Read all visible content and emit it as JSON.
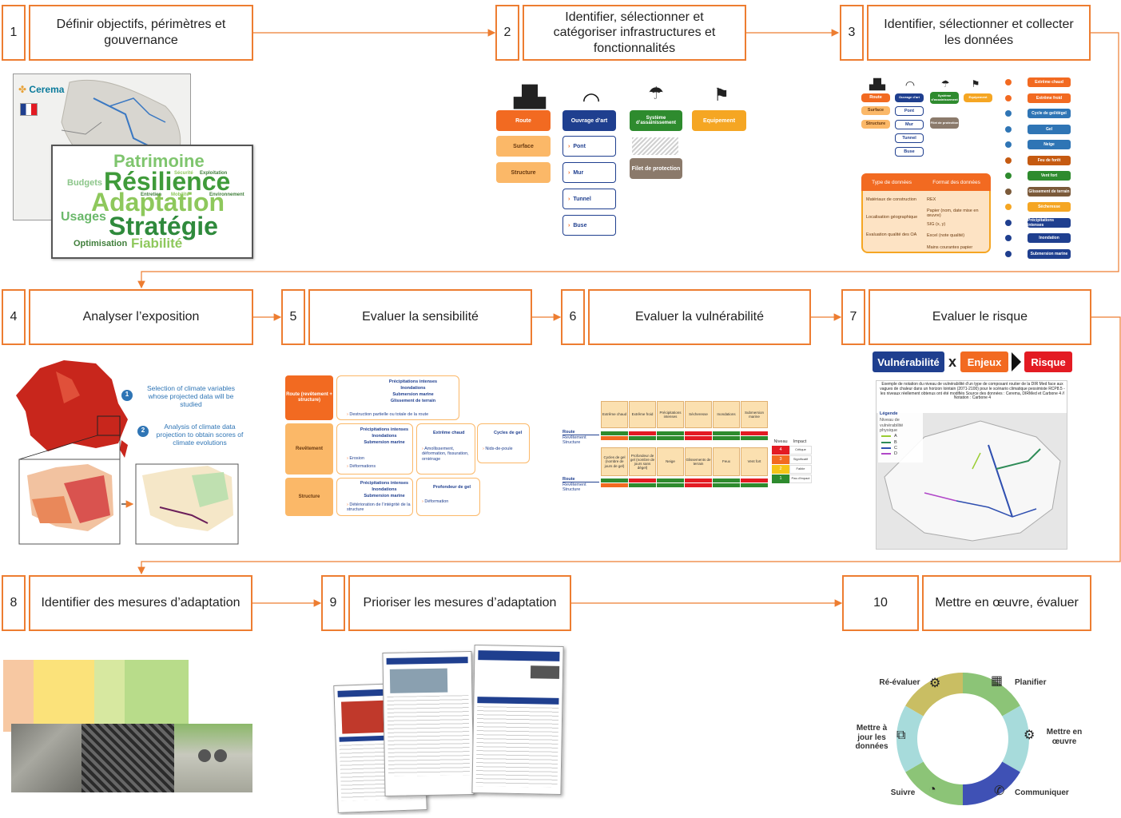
{
  "steps": [
    {
      "num": "1",
      "title": "Définir objectifs, périmètres et gouvernance"
    },
    {
      "num": "2",
      "title": "Identifier, sélectionner et catégoriser infrastructures et fonctionnalités"
    },
    {
      "num": "3",
      "title": "Identifier, sélectionner et collecter les données"
    },
    {
      "num": "4",
      "title": "Analyser l’exposition"
    },
    {
      "num": "5",
      "title": "Evaluer la sensibilité"
    },
    {
      "num": "6",
      "title": "Evaluer la vulnérabilité"
    },
    {
      "num": "7",
      "title": "Evaluer le risque"
    },
    {
      "num": "8",
      "title": "Identifier des mesures d’adaptation"
    },
    {
      "num": "9",
      "title": "Prioriser les mesures d’adaptation"
    },
    {
      "num": "10",
      "title": "Mettre en œuvre, évaluer"
    }
  ],
  "colors": {
    "accent": "#ed7d31",
    "orange": "#f26a21",
    "light_orange": "#fbb868",
    "navy": "#1f3f8f",
    "green": "#2e8b2e",
    "amber": "#f5a623",
    "red": "#e31b23"
  },
  "step1": {
    "logo": "Cerema",
    "words": {
      "patrimoine": "Patrimoine",
      "resilience": "Résilience",
      "adaptation": "Adaptation",
      "strategie": "Stratégie",
      "budgets": "Budgets",
      "usages": "Usages",
      "optimisation": "Optimisation",
      "fiabilite": "Fiabilité",
      "entretien": "Entretien",
      "environnement": "Environnement",
      "exploitation": "Exploitation",
      "securite": "Sécurité",
      "mobilite": "Mobilité"
    }
  },
  "step2": {
    "categories": [
      "Route",
      "Ouvrage d’art",
      "Système d’assainissement",
      "Equipement"
    ],
    "route_sub": [
      "Surface",
      "Structure"
    ],
    "ouvrage_sub": [
      "Pont",
      "Mur",
      "Tunnel",
      "Buse"
    ],
    "filet": "Filet de protection"
  },
  "step3": {
    "categories": [
      "Route",
      "Ouvrage d’art",
      "Système d’assainissement",
      "Equipement"
    ],
    "route_sub": [
      "Surface",
      "Structure"
    ],
    "ouvrage_sub": [
      "Pont",
      "Mur",
      "Tunnel",
      "Buse"
    ],
    "filet": "Filet de protection",
    "table_headers": [
      "Type de données",
      "Format des données"
    ],
    "rows": [
      {
        "type": "Matériaux de construction",
        "format": "REX"
      },
      {
        "type": "Localisation géographique",
        "format": "Papier (nom, date mise en œuvre)"
      },
      {
        "type": "Evaluation qualité des OA",
        "format": "SIG (x, y)"
      },
      {
        "type": "",
        "format": "Excel (note qualité)"
      },
      {
        "type": "",
        "format": "Mains courantes papier"
      }
    ],
    "hazards": [
      "Extrême chaud",
      "Extrême froid",
      "Cycle de gel/dégel",
      "Gel",
      "Neige",
      "Feu de forêt",
      "Vent fort",
      "Glissement de terrain",
      "Sécheresse",
      "Précipitations intenses",
      "Inondation",
      "Submersion marine"
    ],
    "hazard_colors": [
      "#f26a21",
      "#f26a21",
      "#2f75b5",
      "#2f75b5",
      "#2f75b5",
      "#c55a11",
      "#2e8b2e",
      "#7b5a3a",
      "#f5a623",
      "#1f3f8f",
      "#1f3f8f",
      "#1f3f8f"
    ]
  },
  "step4": {
    "label1": "Selection of climate variables whose projected data will be studied",
    "label2": "Analysis of climate data projection to obtain scores of climate evolutions",
    "n1": "1",
    "n2": "2"
  },
  "step5": {
    "rows": [
      {
        "header": "Route (revêtement + structure)",
        "hazards": [
          "Précipitations intenses",
          "Inondations",
          "Submersion marine",
          "Glissement de terrain"
        ],
        "effect": "Destruction partielle ou totale de la route"
      },
      {
        "header": "Revêtement",
        "hazards": [
          "Précipitations intenses",
          "Inondations",
          "Submersion marine"
        ],
        "effects": [
          "Erosion",
          "Déformations"
        ],
        "hot": "Extrême chaud",
        "hot_effect": "Amollissement, déformation, fissuration, orniérage",
        "gel": "Cycles de gel",
        "gel_effect": "Nids-de-poule"
      },
      {
        "header": "Structure",
        "hazards": [
          "Précipitations intenses",
          "Inondations",
          "Submersion marine"
        ],
        "effect": "Détérioration de l’intégrité de la structure",
        "gel": "Profondeur de gel",
        "gel_effect": "Déformation"
      }
    ]
  },
  "step6": {
    "top_headers": [
      "Extrême chaud",
      "Extrême froid",
      "Précipitations intenses",
      "Sécheresse",
      "Inondations",
      "Submersion marine"
    ],
    "bottom_headers": [
      "Cycles de gel (nombre de jours de gel)",
      "Profondeur de gel (nombre de jours sans dégel)",
      "Neige",
      "Glissements de terrain",
      "Feux",
      "Vent fort"
    ],
    "row_labels": [
      "Route",
      "Revêtement",
      "Structure"
    ],
    "legend_header": [
      "Niveau",
      "Impact"
    ],
    "legend": [
      {
        "level": "4",
        "impact": "Critique",
        "color": "#e31b23"
      },
      {
        "level": "3",
        "impact": "Significatif",
        "color": "#f26a21"
      },
      {
        "level": "2",
        "impact": "Faible",
        "color": "#f5c518"
      },
      {
        "level": "1",
        "impact": "Pas d’impact",
        "color": "#2e8b2e"
      }
    ]
  },
  "step7": {
    "vulnerabilite": "Vulnérabilité",
    "x": "x",
    "enjeux": "Enjeux",
    "risque": "Risque",
    "caption": "Exemple de notation du niveau de vulnérabilité d’un type de composant routier de la DIR Med face aux vagues de chaleur dans un horizon lointain (2071-2100) pour le scénario climatique pessimiste RCP8.5 - les niveaux réellement obtenus ont été modifiés Source des données : Cerema, DIRMed et Carbone 4 // Notation : Carbone 4",
    "legend_title": "Légende",
    "legend_sub": "Niveau de vulnérabilité physique",
    "legend_items": [
      "A",
      "B",
      "C",
      "D"
    ],
    "legend_colors": [
      "#9acd32",
      "#2e8b57",
      "#2f4fb0",
      "#b046c8"
    ]
  },
  "step10": {
    "labels": {
      "reevaluer": "Ré-évaluer",
      "planifier": "Planifier",
      "mettre_a_jour": "Mettre à jour les données",
      "mettre_en_oeuvre": "Mettre en œuvre",
      "suivre": "Suivre",
      "communiquer": "Communiquer"
    }
  }
}
